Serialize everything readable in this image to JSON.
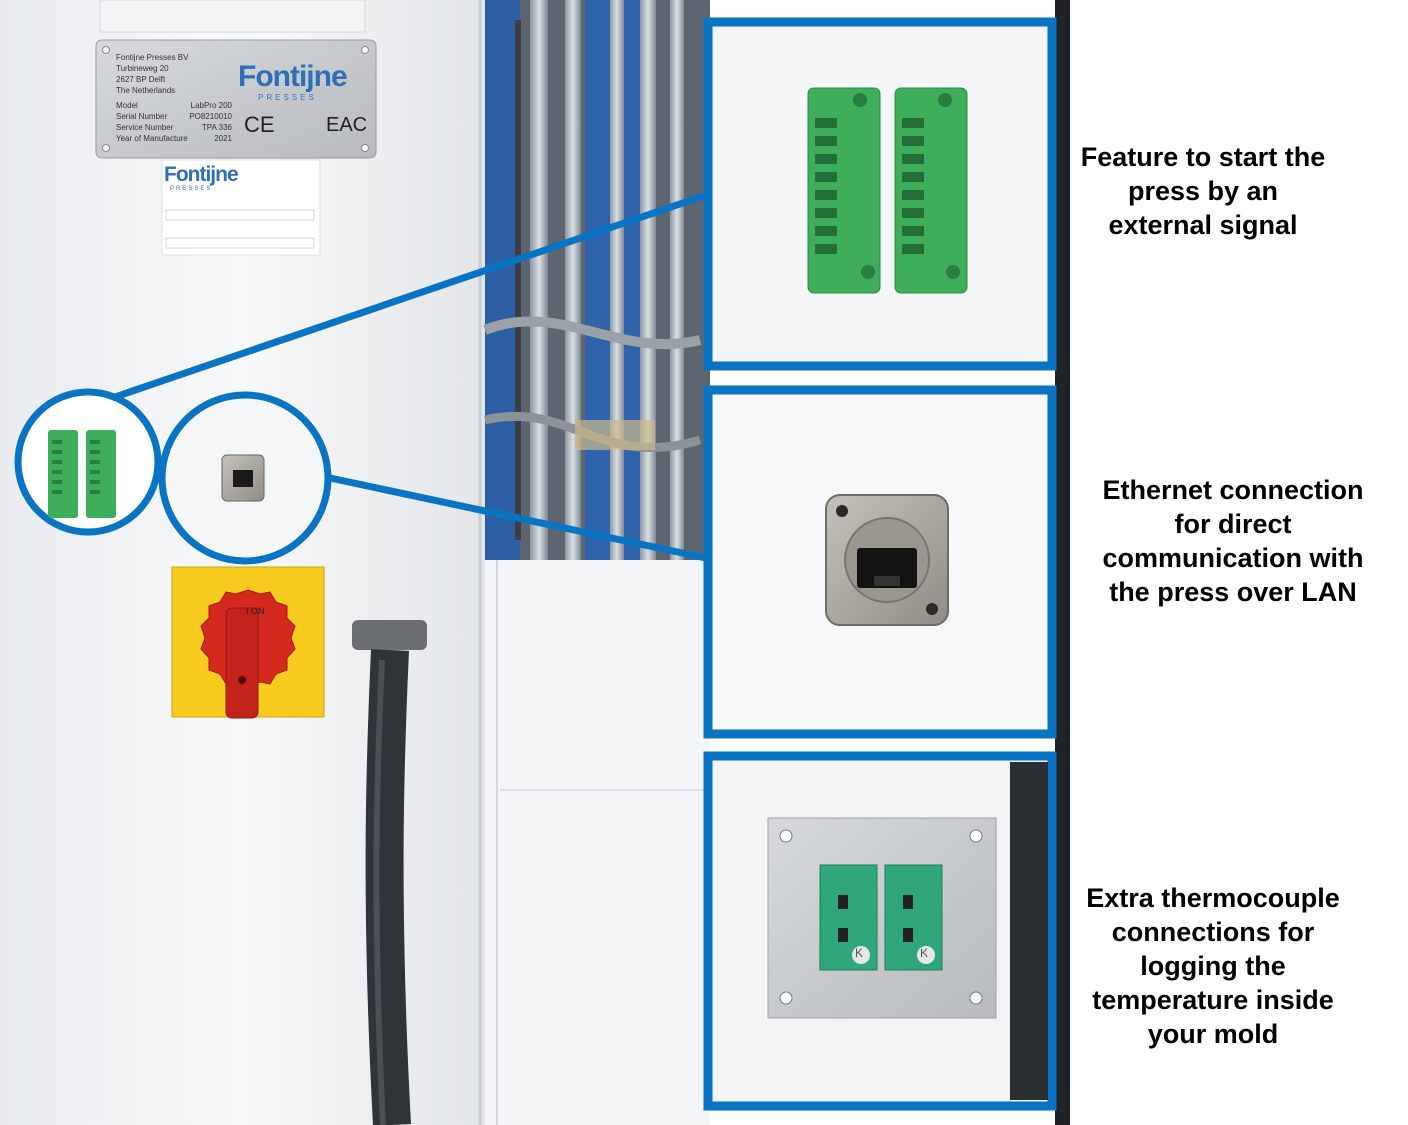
{
  "photo": {
    "nameplate": {
      "company_lines": "Fontijne Presses BV\nTurbineweg 20\n2627 BP Delft\nThe Netherlands",
      "field_labels": "Model\nSerial Number\nService Number\nYear of Manufacture",
      "field_values": "LabPro 200\nPO8210010\nTPA 336\n2021",
      "logo": "Fontijne",
      "logo_sub": "PRESSES",
      "ce_mark": "CE",
      "eac_mark": "EAC"
    },
    "label_card": {
      "logo": "Fontijne",
      "logo_sub": "PRESSES"
    },
    "switch_marking": "I ON",
    "thermocouple_letter": "K"
  },
  "callouts": [
    {
      "caption": "Feature to start the\npress by an\nexternal signal"
    },
    {
      "caption": "Ethernet connection\nfor direct\ncommunication with\nthe press over LAN"
    },
    {
      "caption": "Extra thermocouple\nconnections for\nlogging the\ntemperature inside\nyour mold"
    }
  ],
  "colors": {
    "accent_blue": "#0a74c4",
    "terminal_green": "#3fae5a",
    "switch_red": "#d4291f",
    "switch_yellow": "#f7cc1f"
  }
}
